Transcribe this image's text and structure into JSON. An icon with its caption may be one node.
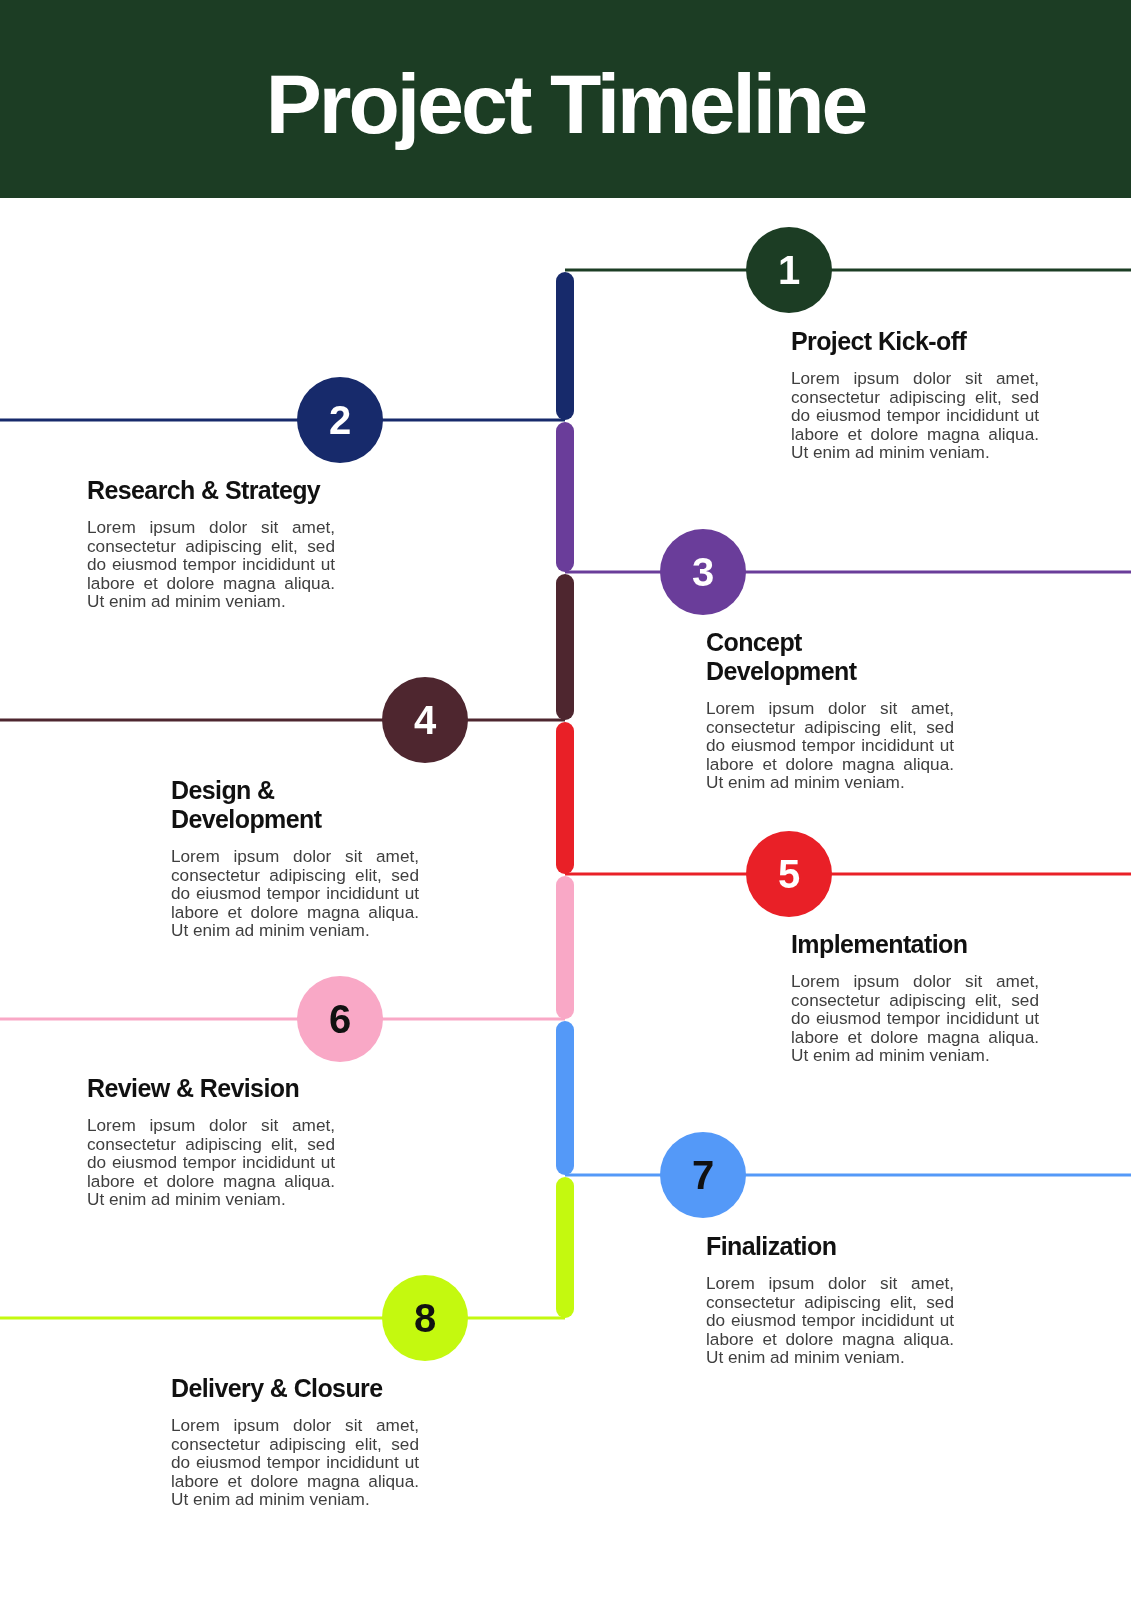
{
  "diagram": {
    "title": "Project Timeline",
    "nodes": [
      {
        "text": [
          "1"
        ],
        "beside": [
          "Project Kick-off",
          "Lorem ipsum dolor sit amet, consectetur adipiscing elit, sed do eiusmod tempor incididunt ut labore et dolore magna aliqua. Ut enim ad minim veniam."
        ]
      },
      {
        "text": [
          "2"
        ],
        "beside": [
          "Research & Strategy",
          "Lorem ipsum dolor sit amet, consectetur adipiscing elit, sed do eiusmod tempor incididunt ut labore et dolore magna aliqua. Ut enim ad minim veniam."
        ]
      },
      {
        "text": [
          "3"
        ],
        "beside": [
          "Concept Development",
          "Lorem ipsum dolor sit amet, consectetur adipiscing elit, sed do eiusmod tempor incididunt ut labore et dolore magna aliqua. Ut enim ad minim veniam."
        ]
      },
      {
        "text": [
          "4"
        ],
        "beside": [
          "Design & Development",
          "Lorem ipsum dolor sit amet, consectetur adipiscing elit, sed do eiusmod tempor incididunt ut labore et dolore magna aliqua. Ut enim ad minim veniam."
        ]
      },
      {
        "text": [
          "5"
        ],
        "beside": [
          "Implementation",
          "Lorem ipsum dolor sit amet, consectetur adipiscing elit, sed do eiusmod tempor incididunt ut labore et dolore magna aliqua. Ut enim ad minim veniam."
        ]
      },
      {
        "text": [
          "6"
        ],
        "beside": [
          "Review & Revision",
          "Lorem ipsum dolor sit amet, consectetur adipiscing elit, sed do eiusmod tempor incididunt ut labore et dolore magna aliqua. Ut enim ad minim veniam."
        ]
      },
      {
        "text": [
          "7"
        ],
        "beside": [
          "Finalization",
          "Lorem ipsum dolor sit amet, consectetur adipiscing elit, sed do eiusmod tempor incididunt ut labore et dolore magna aliqua. Ut enim ad minim veniam."
        ]
      },
      {
        "text": [
          "8"
        ],
        "beside": [
          "Delivery & Closure",
          "Lorem ipsum dolor sit amet, consectetur adipiscing elit, sed do eiusmod tempor incididunt ut labore et dolore magna aliqua. Ut enim ad minim veniam."
        ]
      }
    ]
  }
}
